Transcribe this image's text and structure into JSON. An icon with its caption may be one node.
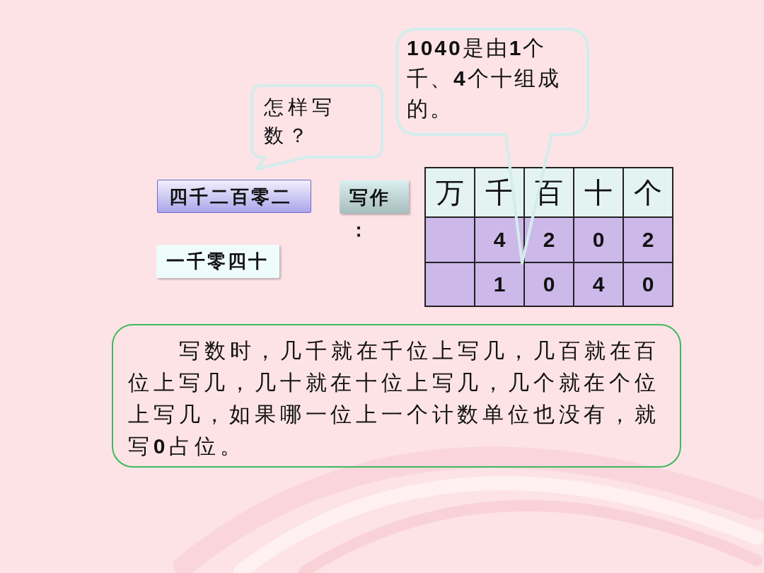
{
  "diagram": {
    "nodes": [
      {
        "text": [
          "**1040**是由**1**个千、**4**个十组成的。"
        ]
      },
      {
        "text": [
          "怎样写数？"
        ]
      },
      {
        "text": [
          "四千二百零二"
        ]
      },
      {
        "text": [
          "写作："
        ]
      },
      {
        "text": [
          "一千零四十"
        ]
      },
      {
        "text": [
          "写数时，几千就在千位上写几，几百就在百位上写几，几十就在十位上写几，几个就在个位上写几，如果哪一位上一个计数单位也没有，就写**0**占位。"
        ]
      }
    ],
    "labels": [
      "万",
      "千",
      "百",
      "十",
      "个",
      "4",
      "2",
      "0",
      "2",
      "1",
      "0",
      "4",
      "0"
    ]
  }
}
